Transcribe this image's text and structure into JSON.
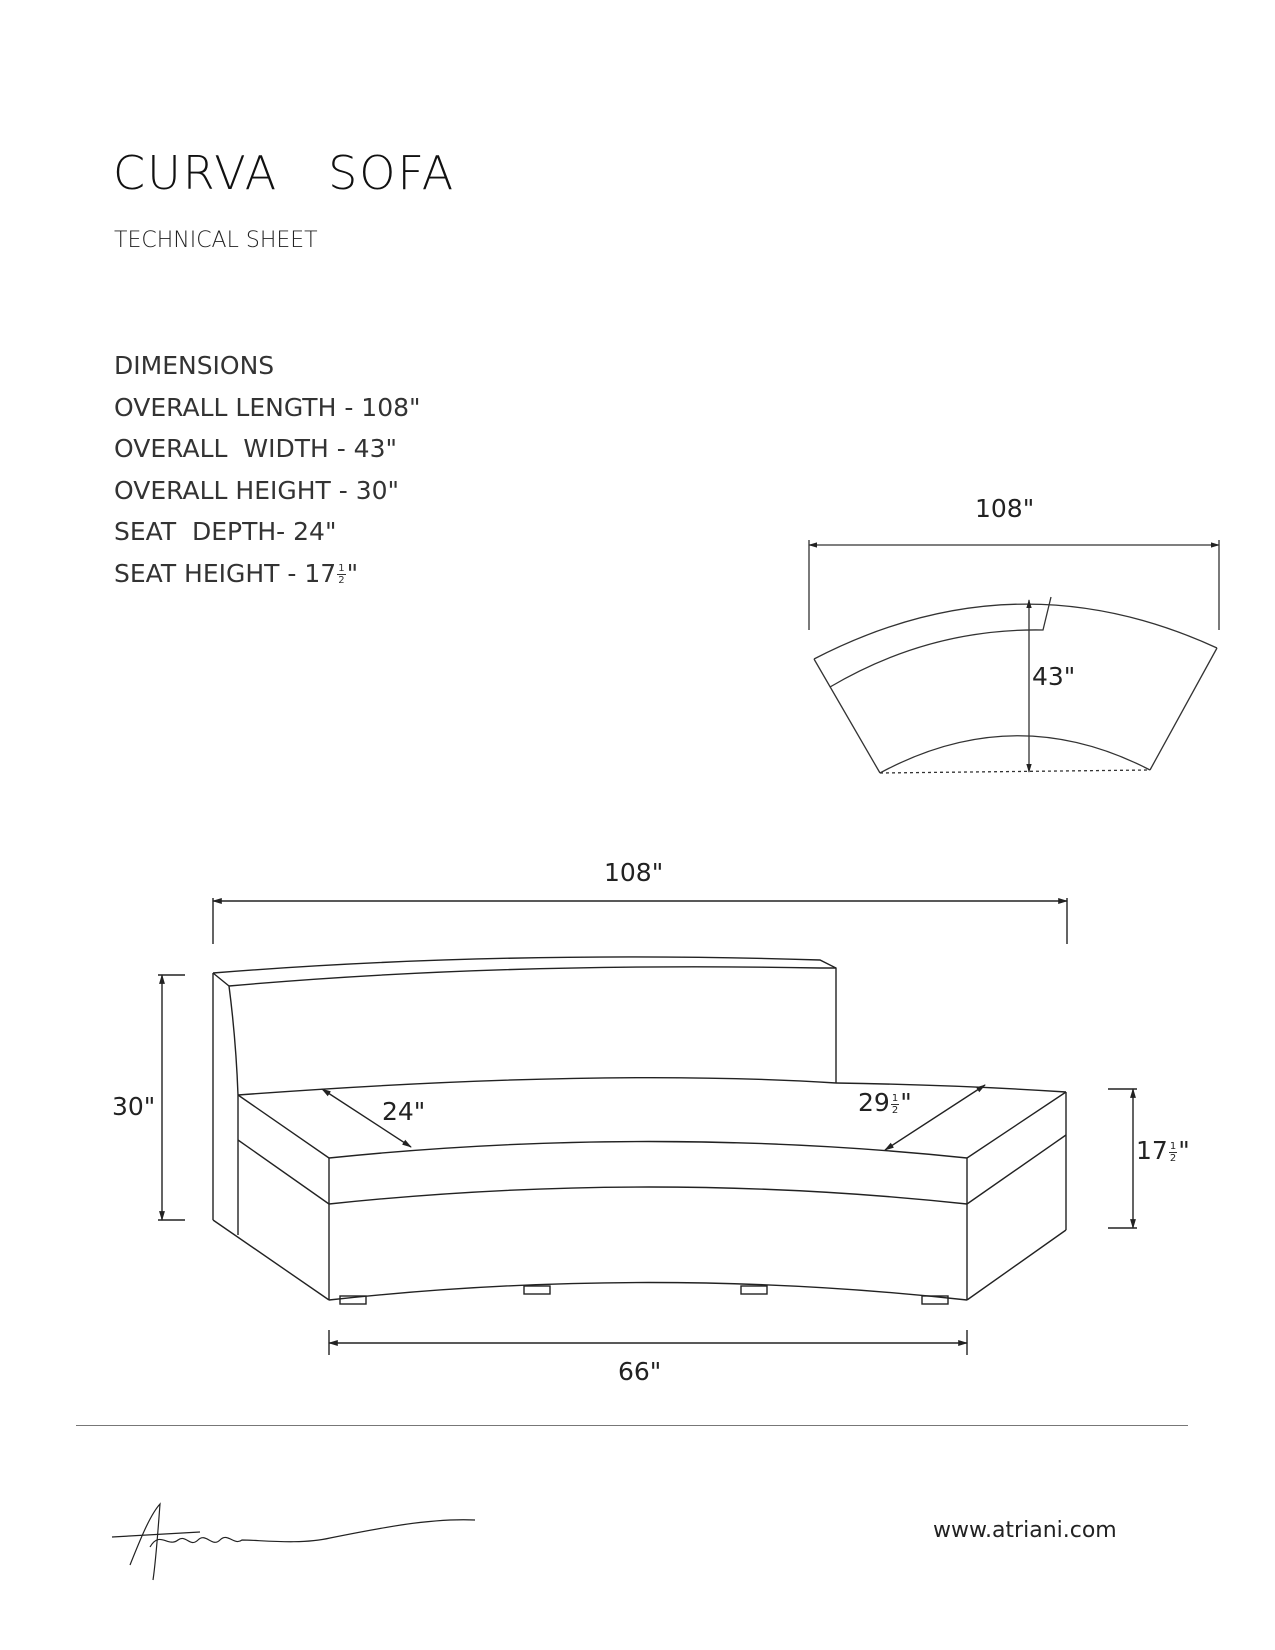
{
  "header": {
    "title": "CURVA   SOFA",
    "subtitle": "TECHNICAL SHEET"
  },
  "dimensions": {
    "heading": "DIMENSIONS",
    "items": [
      {
        "label": "OVERALL LENGTH - 108\""
      },
      {
        "label": "OVERALL  WIDTH - 43\""
      },
      {
        "label": "OVERALL HEIGHT - 30\""
      },
      {
        "label": "SEAT  DEPTH- 24\""
      },
      {
        "label": "SEAT HEIGHT - 17",
        "frac_num": "1",
        "frac_den": "2",
        "suffix": "\""
      }
    ]
  },
  "top_view": {
    "length_label": "108\"",
    "width_label": "43\""
  },
  "front_view": {
    "length_label": "108\"",
    "height_label": "30\"",
    "seat_depth_left": "24\"",
    "seat_depth_right_whole": "29",
    "seat_depth_right_num": "1",
    "seat_depth_right_den": "2",
    "seat_depth_right_suffix": "\"",
    "seat_height_whole": "17",
    "seat_height_num": "1",
    "seat_height_den": "2",
    "seat_height_suffix": "\"",
    "base_width_label": "66\""
  },
  "footer": {
    "brand_signature": "Atriani",
    "url": "www.atriani.com"
  }
}
